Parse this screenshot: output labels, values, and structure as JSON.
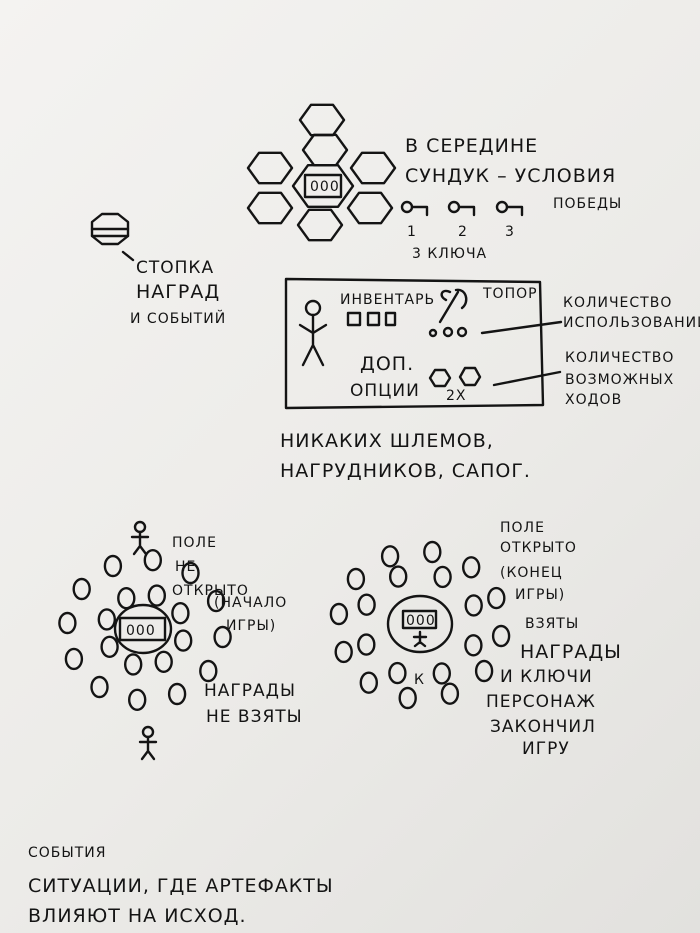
{
  "top_notes": {
    "center_line1": "В СЕРЕДИНЕ",
    "center_line2": "СУНДУК – УСЛОВИЯ",
    "center_line3": "ПОБЕДЫ",
    "key_numbers": [
      "1",
      "2",
      "3"
    ],
    "keys_label": "3 КЛЮЧА"
  },
  "stack_label": [
    "СТОПКА",
    "НАГРАД",
    "И СОБЫТИЙ"
  ],
  "inventory_box": {
    "inventory_label": "ИНВЕНТАРЬ",
    "axe_label": "ТОПОР",
    "options_label": [
      "ДОП.",
      "ОПЦИИ"
    ],
    "multiplier": "2Х",
    "chest_code": "000"
  },
  "callouts": {
    "uses": [
      "КОЛИЧЕСТВО",
      "ИСПОЛЬЗОВАНИЙ"
    ],
    "moves": [
      "КОЛИЧЕСТВО",
      "ВОЗМОЖНЫХ",
      "ХОДОВ"
    ]
  },
  "no_gear_note": [
    "НИКАКИХ ШЛЕМОВ,",
    "НАГРУДНИКОВ, САПОГ."
  ],
  "field_closed": {
    "label": [
      "ПОЛЕ",
      "НЕ",
      "ОТКРЫТО",
      "(НАЧАЛО",
      "ИГРЫ)"
    ],
    "rewards": [
      "НАГРАДЫ",
      "НЕ ВЗЯТЫ"
    ],
    "chest_code": "000"
  },
  "field_open": {
    "label": [
      "ПОЛЕ",
      "ОТКРЫТО",
      "(КОНЕЦ",
      "ИГРЫ)",
      "ВЗЯТЫ",
      "НАГРАДЫ",
      "И КЛЮЧИ",
      "ПЕРСОНАЖ",
      "ЗАКОНЧИЛ",
      "ИГРУ"
    ],
    "key_mark": "К",
    "chest_code": "000"
  },
  "events_note": [
    "СОБЫТИЯ",
    "СИТУАЦИИ, ГДЕ АРТЕФАКТЫ",
    "ВЛИЯЮТ НА ИСХОД."
  ]
}
